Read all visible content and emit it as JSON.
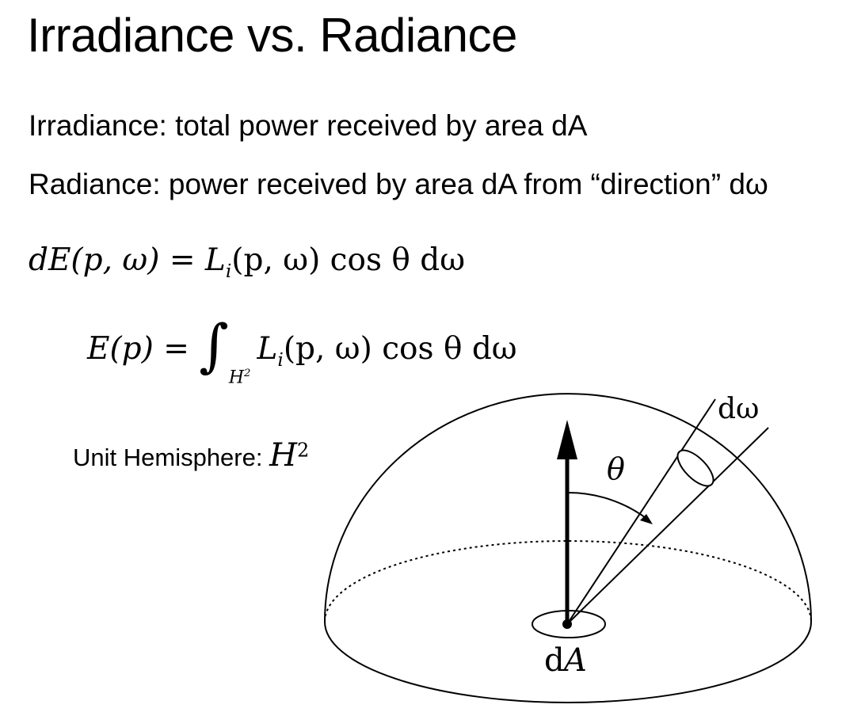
{
  "slide": {
    "title": "Irradiance vs. Radiance",
    "irradiance_line": "Irradiance: total power received by area dA",
    "radiance_line": "Radiance: power received by area dA from “direction” dω"
  },
  "equations": {
    "eq1": {
      "lhs": "dE(p, ω) = ",
      "rhs": "L",
      "rhs_sub": "i",
      "rhs_rest": "(p, ω) cos θ dω"
    },
    "eq2": {
      "lhs": "E(p) = ",
      "integral": "∫",
      "domain": "H",
      "domain_sup": "2",
      "integrand": "L",
      "integrand_sub": "i",
      "integrand_rest": "(p, ω) cos θ dω"
    }
  },
  "diagram": {
    "unit_label": "Unit Hemisphere: ",
    "unit_symbol": "H",
    "unit_symbol_sup": "2",
    "solid_angle_label": "dω",
    "angle_label": "θ",
    "area_label_d": "d",
    "area_label_a": "A"
  }
}
